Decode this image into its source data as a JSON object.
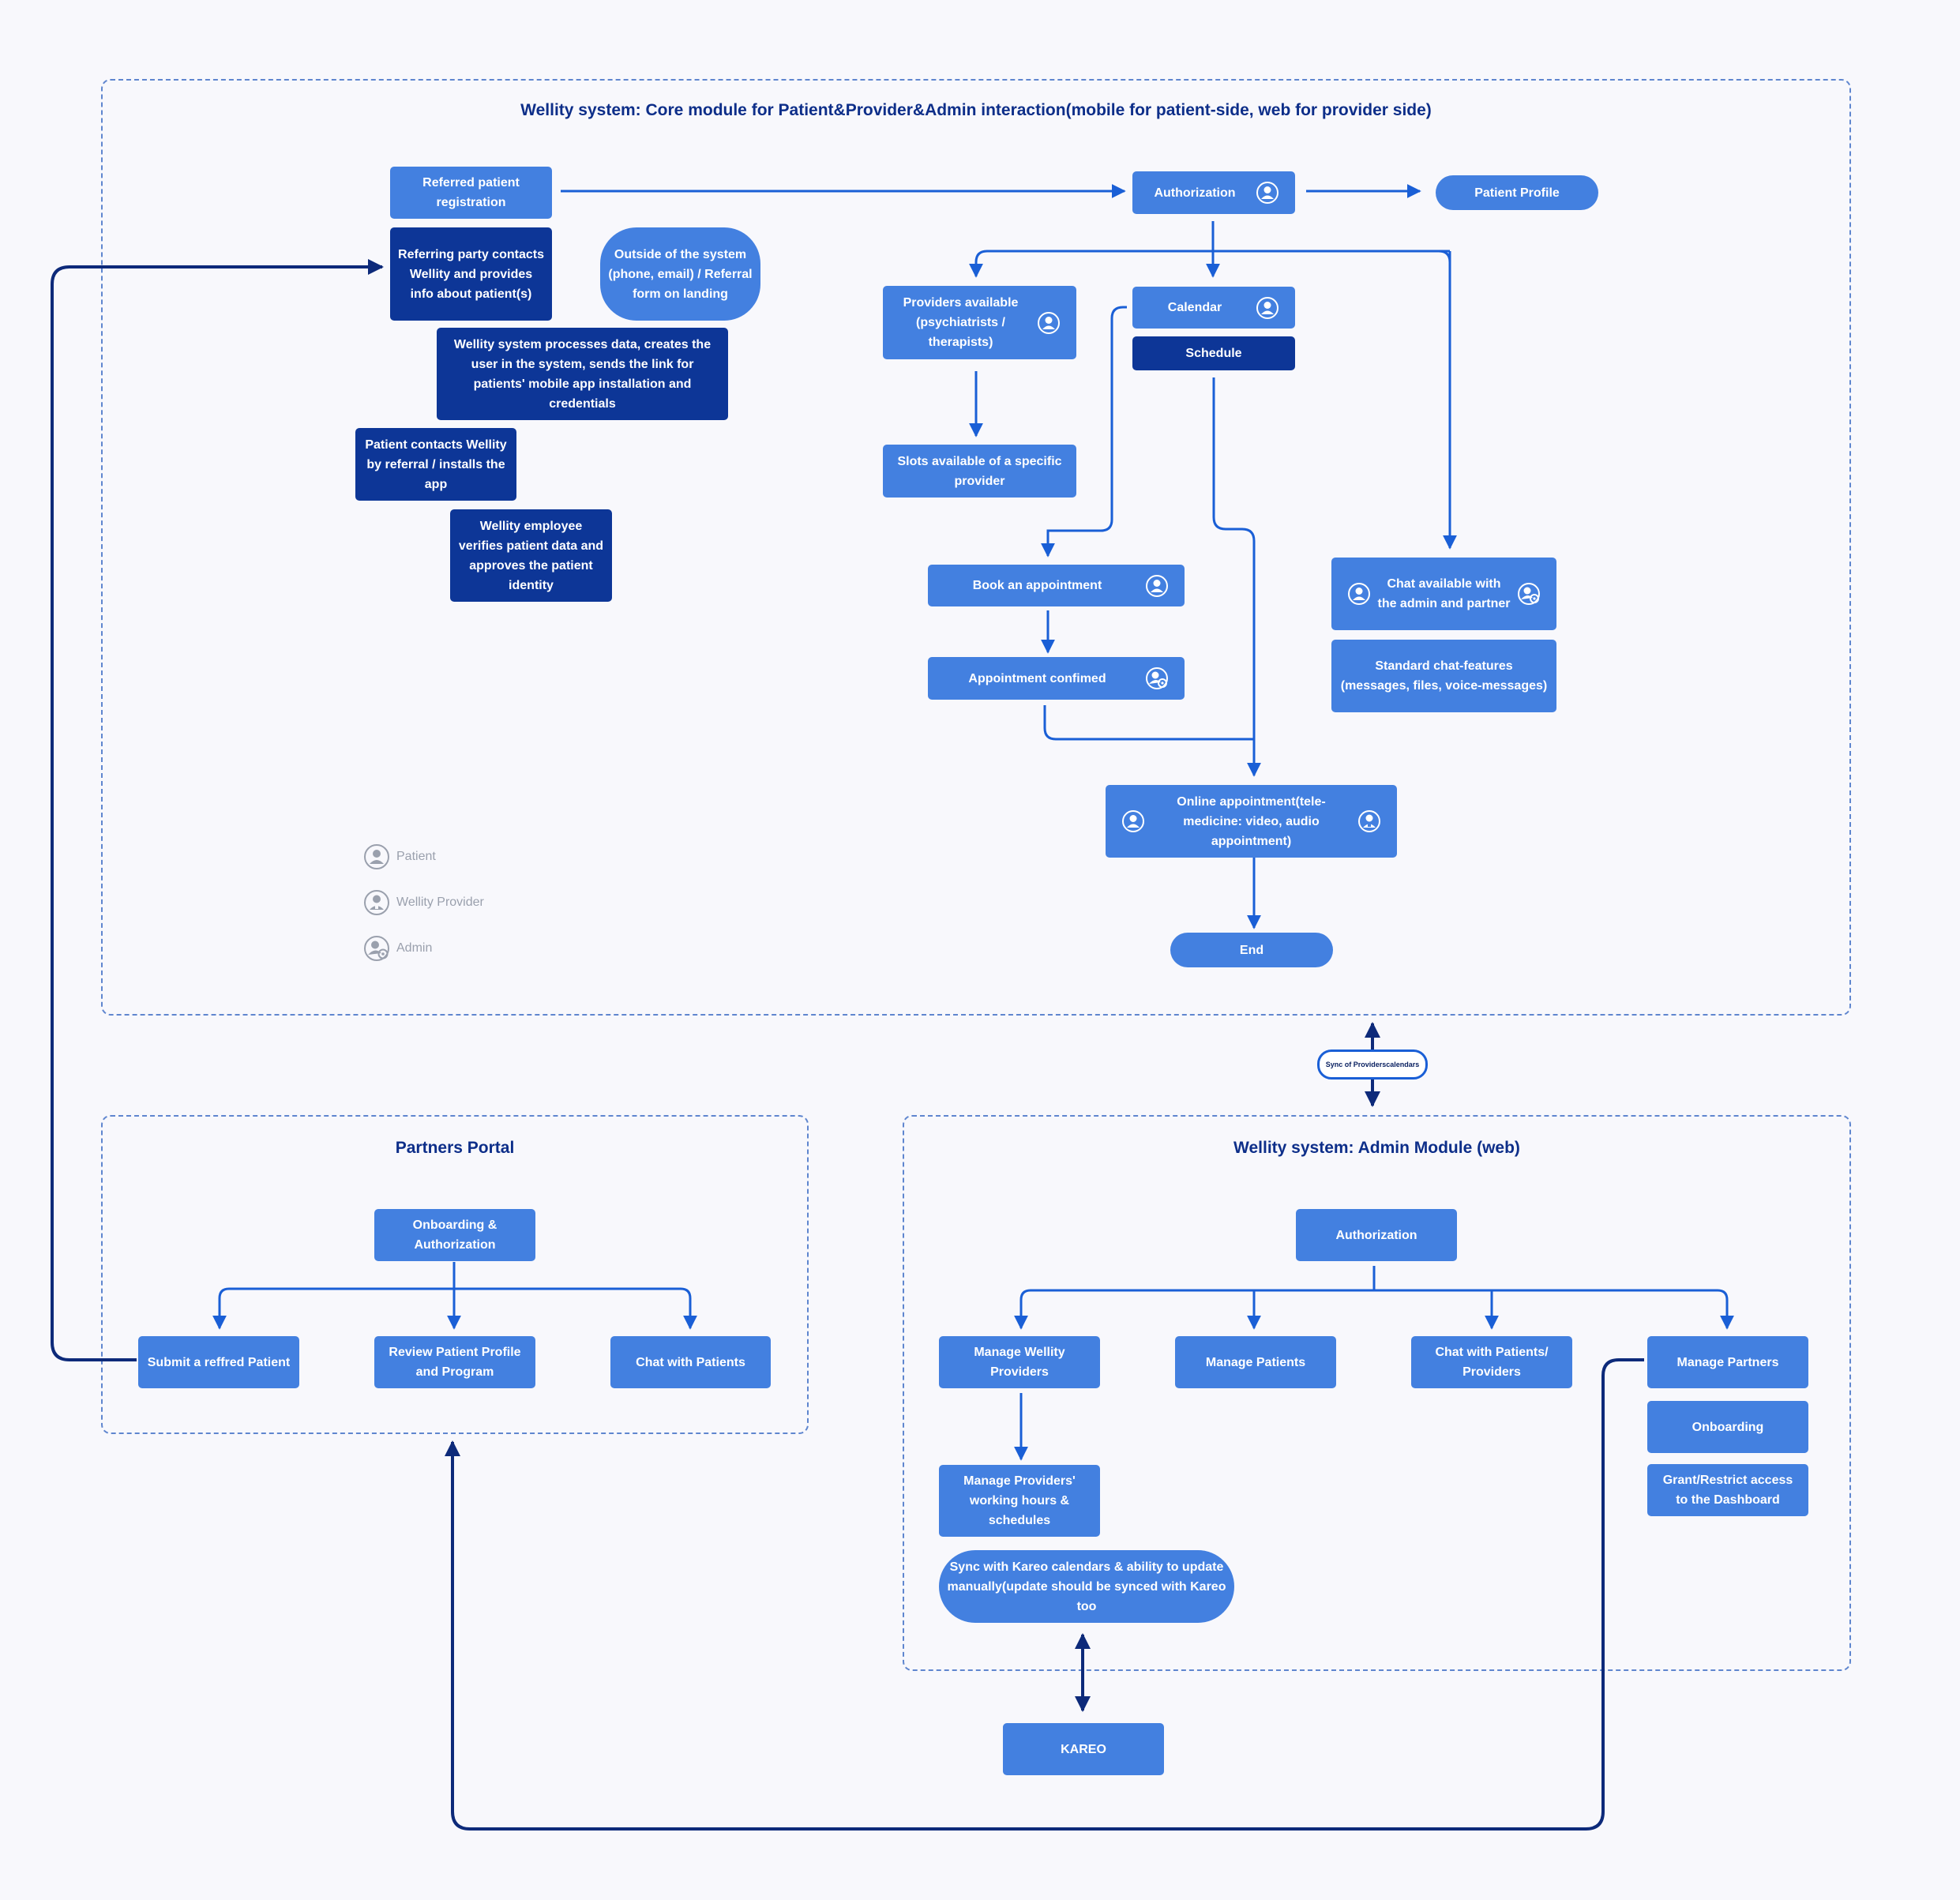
{
  "core": {
    "title": "Wellity system: Core module for Patient&Provider&Admin interaction(mobile for patient-side, web for provider side)",
    "referred_registration": "Referred patient registration",
    "referring_party": "Referring party contacts Wellity and provides info about patient(s)",
    "outside_system": "Outside of the system (phone, email) / Referral form on landing",
    "processes_data": "Wellity system processes data, creates the user in the system, sends the link for patients' mobile app installation and credentials",
    "patient_contacts": "Patient contacts Wellity by referral / installs the app",
    "employee_verifies": "Wellity employee verifies patient data and approves the patient identity",
    "authorization": "Authorization",
    "patient_profile": "Patient Profile",
    "providers_available": "Providers available (psychiatrists / therapists)",
    "calendar": "Calendar",
    "schedule": "Schedule",
    "slots_available": "Slots available of a specific provider",
    "book_appointment": "Book an appointment",
    "appointment_confirmed": "Appointment confimed",
    "chat_available": "Chat available with the admin and partner",
    "chat_features": "Standard chat-features (messages, files, voice-messages)",
    "online_appointment": "Online appointment(tele-medicine: video, audio appointment)",
    "end": "End"
  },
  "legend": {
    "patient": "Patient",
    "provider": "Wellity Provider",
    "admin": "Admin"
  },
  "sync_label": "Sync of Providerscalendars",
  "partners": {
    "title": "Partners Portal",
    "onboarding_auth": "Onboarding & Authorization",
    "submit_referred": "Submit a reffred Patient",
    "review_profile": "Review Patient Profile and Program",
    "chat_patients": "Chat with Patients"
  },
  "admin": {
    "title": "Wellity system: Admin Module (web)",
    "authorization": "Authorization",
    "manage_providers": "Manage Wellity Providers",
    "manage_patients": "Manage Patients",
    "chat_patients_providers": "Chat with Patients/ Providers",
    "manage_partners": "Manage Partners",
    "onboarding": "Onboarding",
    "grant_restrict": "Grant/Restrict access to the Dashboard",
    "manage_hours": "Manage Providers' working hours & schedules",
    "sync_kareo": "Sync with Kareo calendars & ability to update manually(update should be synced with Kareo too"
  },
  "kareo": "KAREO",
  "colors": {
    "box_light": "#4380e0",
    "box_dark": "#0d3697",
    "arrow_light": "#1a5fd6",
    "arrow_dark": "#0d2a7a",
    "frame": "#5f86cf"
  },
  "icons": [
    "patient-icon",
    "provider-icon",
    "admin-icon"
  ]
}
